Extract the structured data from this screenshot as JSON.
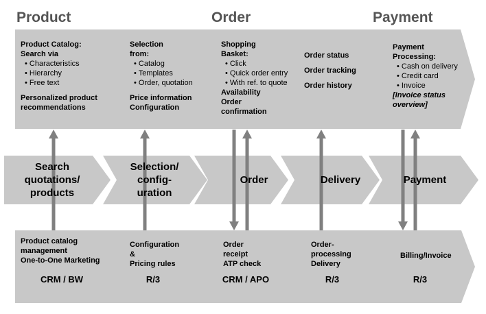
{
  "headers": [
    "Product",
    "Order",
    "Payment"
  ],
  "top_boxes": [
    {
      "lines": [
        {
          "text": "Product Catalog:",
          "style": "t"
        },
        {
          "text": "Search via",
          "style": "t"
        },
        {
          "text": "• Characteristics",
          "style": "b"
        },
        {
          "text": "• Hierarchy",
          "style": "b"
        },
        {
          "text": "• Free text",
          "style": "b"
        },
        {
          "text": "",
          "style": "gap"
        },
        {
          "text": "Personalized product",
          "style": "t"
        },
        {
          "text": "recommendations",
          "style": "t"
        }
      ]
    },
    {
      "lines": [
        {
          "text": "Selection",
          "style": "t"
        },
        {
          "text": "from:",
          "style": "t"
        },
        {
          "text": "• Catalog",
          "style": "b"
        },
        {
          "text": "• Templates",
          "style": "b"
        },
        {
          "text": "• Order, quotation",
          "style": "b"
        },
        {
          "text": "",
          "style": "gap"
        },
        {
          "text": "Price information",
          "style": "t"
        },
        {
          "text": "Configuration",
          "style": "t"
        }
      ]
    },
    {
      "lines": [
        {
          "text": "Shopping",
          "style": "t"
        },
        {
          "text": "Basket:",
          "style": "t"
        },
        {
          "text": "• Click",
          "style": "b"
        },
        {
          "text": "• Quick order entry",
          "style": "b"
        },
        {
          "text": "• With ref. to quote",
          "style": "b"
        },
        {
          "text": "Availability",
          "style": "t"
        },
        {
          "text": "Order",
          "style": "t"
        },
        {
          "text": "confirmation",
          "style": "t"
        }
      ]
    },
    {
      "lines": [
        {
          "text": "",
          "style": "gap"
        },
        {
          "text": "Order status",
          "style": "t"
        },
        {
          "text": "",
          "style": "gap"
        },
        {
          "text": "Order tracking",
          "style": "t"
        },
        {
          "text": "",
          "style": "gap"
        },
        {
          "text": "Order history",
          "style": "t"
        }
      ]
    },
    {
      "lines": [
        {
          "text": "Payment",
          "style": "t"
        },
        {
          "text": "Processing:",
          "style": "t"
        },
        {
          "text": "• Cash on delivery",
          "style": "b"
        },
        {
          "text": "• Credit card",
          "style": "b"
        },
        {
          "text": "• Invoice",
          "style": "b"
        },
        {
          "text": "[Invoice status",
          "style": "it"
        },
        {
          "text": "overview]",
          "style": "it"
        }
      ]
    }
  ],
  "middle_steps": [
    {
      "label": "Search quotations/ products",
      "lines": [
        "Search",
        "quotations/",
        "products"
      ]
    },
    {
      "label": "Selection/ configuration",
      "lines": [
        "Selection/",
        "config-",
        "uration"
      ]
    },
    {
      "label": "Order",
      "lines": [
        "Order"
      ]
    },
    {
      "label": "Delivery",
      "lines": [
        "Delivery"
      ]
    },
    {
      "label": "Payment",
      "lines": [
        "Payment"
      ]
    }
  ],
  "bottom_boxes": [
    {
      "lines": [
        "Product catalog",
        "management",
        "One-to-One Marketing"
      ],
      "system": "CRM / BW"
    },
    {
      "lines": [
        "Configuration",
        "&",
        "Pricing rules"
      ],
      "system": "R/3"
    },
    {
      "lines": [
        "Order",
        "receipt",
        "ATP check"
      ],
      "system": "CRM / APO"
    },
    {
      "lines": [
        "Order-",
        "processing",
        "Delivery"
      ],
      "system": "R/3"
    },
    {
      "lines": [
        "Billing/Invoice"
      ],
      "system": "R/3"
    }
  ],
  "colors": {
    "chevron_fill": "#c8c8c8",
    "arrow": "#808080",
    "header_text": "#555555",
    "background": "#ffffff"
  }
}
